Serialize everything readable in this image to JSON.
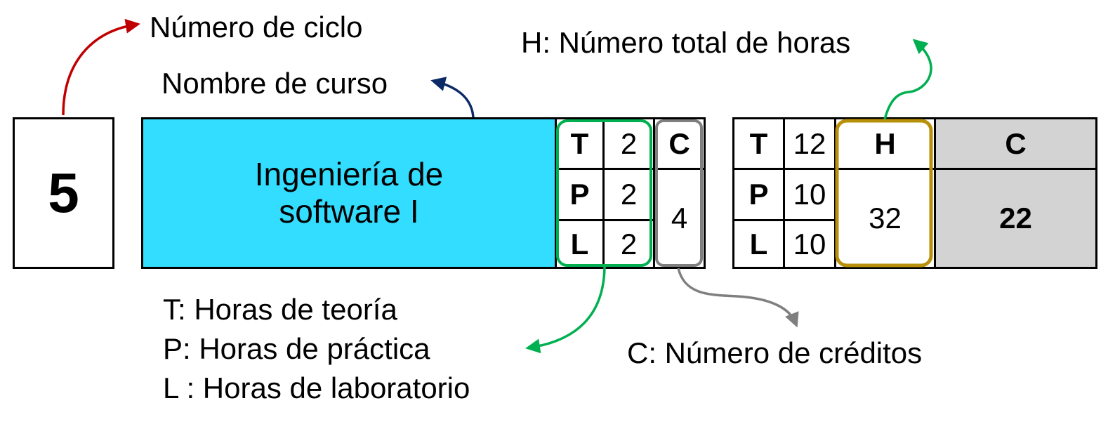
{
  "annotations": {
    "cycle_number": "Número de ciclo",
    "course_name": "Nombre de curso",
    "total_hours": "H: Número total de horas",
    "credits": "C: Número de créditos",
    "legend": [
      "T: Horas de teoría",
      "P: Horas de práctica",
      "L : Horas de laboratorio"
    ]
  },
  "course_card": {
    "cycle": "5",
    "name_line1": "Ingeniería de",
    "name_line2": "software I",
    "hours": [
      {
        "key": "T",
        "value": "2"
      },
      {
        "key": "P",
        "value": "2"
      },
      {
        "key": "L",
        "value": "2"
      }
    ],
    "credits_header": "C",
    "credits_value": "4"
  },
  "summary_table": {
    "hours": [
      {
        "key": "T",
        "value": "12"
      },
      {
        "key": "P",
        "value": "10"
      },
      {
        "key": "L",
        "value": "10"
      }
    ],
    "total_header": "H",
    "total_value": "32",
    "credits_header": "C",
    "credits_value": "22"
  },
  "colors": {
    "course_fill": "#33DDFF",
    "cycle_arrow": "#C00000",
    "course_arrow": "#0B2A66",
    "hours_highlight": "#00B050",
    "credits_highlight": "#7F7F7F",
    "total_highlight": "#B8900A",
    "summary_credits_fill": "#D3D3D3"
  }
}
